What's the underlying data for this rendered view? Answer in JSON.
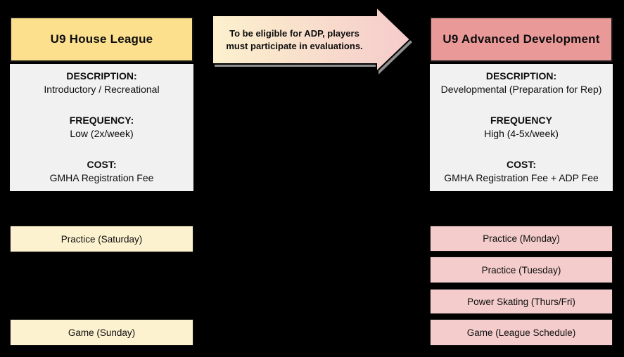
{
  "left": {
    "title": "U9 House League",
    "info": {
      "description_label": "DESCRIPTION:",
      "description_value": "Introductory / Recreational",
      "frequency_label": "FREQUENCY:",
      "frequency_value": "Low (2x/week)",
      "cost_label": "COST:",
      "cost_value": "GMHA Registration Fee"
    },
    "schedule": [
      "Practice (Saturday)",
      "Game (Sunday)"
    ]
  },
  "right": {
    "title": "U9 Advanced Development",
    "info": {
      "description_label": "DESCRIPTION:",
      "description_value": "Developmental (Preparation for Rep)",
      "frequency_label": "FREQUENCY",
      "frequency_value": "High (4-5x/week)",
      "cost_label": "COST:",
      "cost_value": "GMHA Registration Fee + ADP Fee"
    },
    "schedule": [
      "Practice (Monday)",
      "Practice (Tuesday)",
      "Power Skating (Thurs/Fri)",
      "Game (League Schedule)"
    ]
  },
  "arrow": {
    "line1": "To be eligible for ADP, players",
    "line2": "must participate in evaluations."
  },
  "colors": {
    "background": "#000000",
    "left_header": "#FCE08E",
    "right_header": "#EA9999",
    "info_box": "#F1F1F2",
    "left_schedule_box": "#FDF2CF",
    "right_schedule_box": "#F4CCCC",
    "arrow_gradient_start": "#FCF1CD",
    "arrow_gradient_end": "#F5CBCB"
  }
}
